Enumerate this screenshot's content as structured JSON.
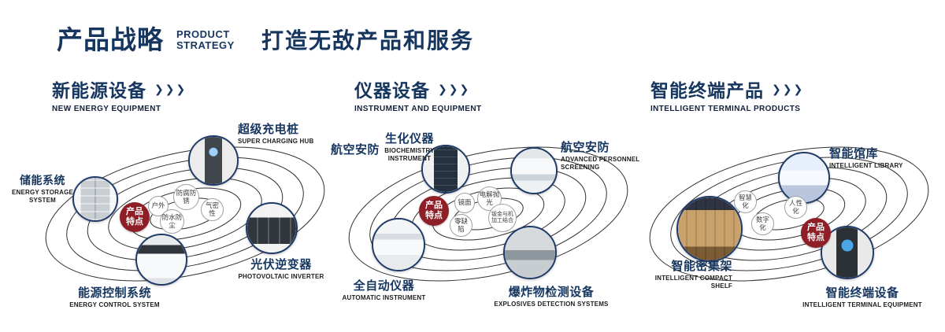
{
  "header": {
    "title": "产品战略",
    "subtitle": [
      "PRODUCT",
      "STRATEGY"
    ],
    "slogan": "打造无敌产品和服务",
    "arrows": "❯❯❯"
  },
  "sections": [
    {
      "title": "新能源设备",
      "subtitle": "NEW ENERGY EQUIPMENT",
      "badge": {
        "line1": "产品",
        "line2": "特点"
      },
      "features": [
        "户外",
        "防腐防锈",
        "气密性",
        "防水防尘"
      ],
      "products": [
        {
          "name": "储能系统",
          "en": "ENERGY STORAGE SYSTEM"
        },
        {
          "name": "超级充电桩",
          "en": "SUPER CHARGING HUB"
        },
        {
          "name": "光伏逆变器",
          "en": "PHOTOVOLTAIC INVERTER"
        },
        {
          "name": "能源控制系统",
          "en": "ENERGY CONTROL SYSTEM"
        }
      ]
    },
    {
      "title": "仪器设备",
      "subtitle": "INSTRUMENT AND EQUIPMENT",
      "extra_label": "航空安防",
      "badge": {
        "line1": "产品",
        "line2": "特点"
      },
      "features": [
        "镜面",
        "电解抛光",
        "零缺陷",
        "钣金与机加工结合"
      ],
      "products": [
        {
          "name": "生化仪器",
          "en": "BIOCHEMISTRY INSTRUMENT"
        },
        {
          "name": "航空安防",
          "en": "ADVANCED PERSONNEL SCREENING"
        },
        {
          "name": "全自动仪器",
          "en": "AUTOMATIC INSTRUMENT"
        },
        {
          "name": "爆炸物检测设备",
          "en": "EXPLOSIVES DETECTION SYSTEMS"
        }
      ]
    },
    {
      "title": "智能终端产品",
      "subtitle": "INTELLIGENT TERMINAL PRODUCTS",
      "badge": {
        "line1": "产品",
        "line2": "特点"
      },
      "features": [
        "智慧化",
        "人性化",
        "数字化"
      ],
      "products": [
        {
          "name": "智能馆库",
          "en": "INTELLIGENT LIBRARY"
        },
        {
          "name": "智能密集架",
          "en": "INTELLIGENT COMPACT SHELF"
        },
        {
          "name": "智能终端设备",
          "en": "INTELLIGENT TERMINAL EQUIPMENT"
        }
      ]
    }
  ],
  "colors": {
    "navy": "#16365f",
    "badge_red": "#8e1f27"
  }
}
